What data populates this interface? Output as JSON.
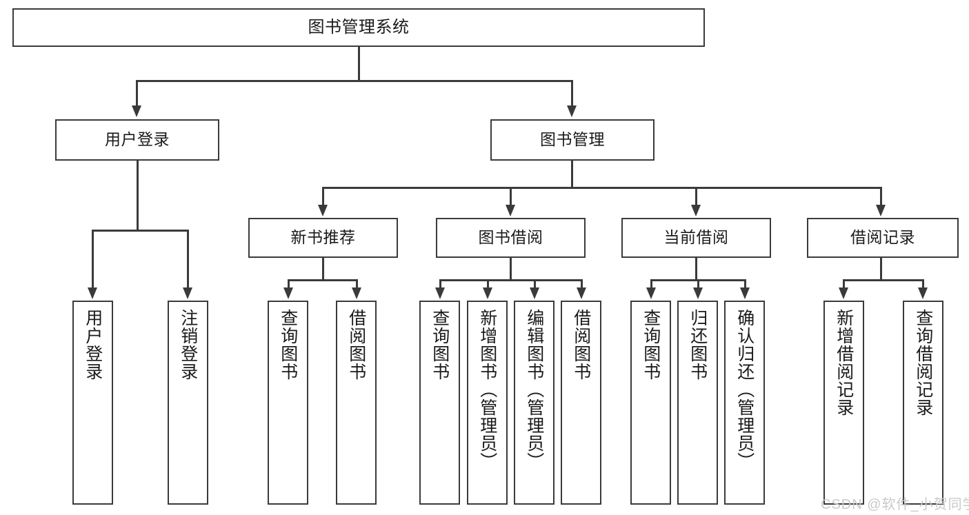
{
  "diagram": {
    "type": "tree-hierarchy-diagram",
    "title": "图书管理系统",
    "root": {
      "label": "图书管理系统"
    },
    "level1": [
      {
        "label": "用户登录"
      },
      {
        "label": "图书管理"
      }
    ],
    "level2": [
      {
        "label": "新书推荐"
      },
      {
        "label": "图书借阅"
      },
      {
        "label": "当前借阅"
      },
      {
        "label": "借阅记录"
      }
    ],
    "leaves": {
      "user_login": [
        {
          "label": "用户登录"
        },
        {
          "label": "注销登录"
        }
      ],
      "new_book_recommend": [
        {
          "label": "查询图书"
        },
        {
          "label": "借阅图书"
        }
      ],
      "book_borrow": [
        {
          "label": "查询图书"
        },
        {
          "label": "新增图书（管理员）"
        },
        {
          "label": "编辑图书（管理员）"
        },
        {
          "label": "借阅图书"
        }
      ],
      "current_borrow": [
        {
          "label": "查询图书"
        },
        {
          "label": "归还图书"
        },
        {
          "label": "确认归还（管理员）"
        }
      ],
      "borrow_record": [
        {
          "label": "新增借阅记录"
        },
        {
          "label": "查询借阅记录"
        }
      ]
    }
  },
  "watermark": {
    "text": "CSDN @软件_小贺同学"
  },
  "colors": {
    "stroke": "#3a3a3a",
    "text": "#1a1a1a",
    "background": "#ffffff",
    "watermark": "#c9c9c9"
  }
}
